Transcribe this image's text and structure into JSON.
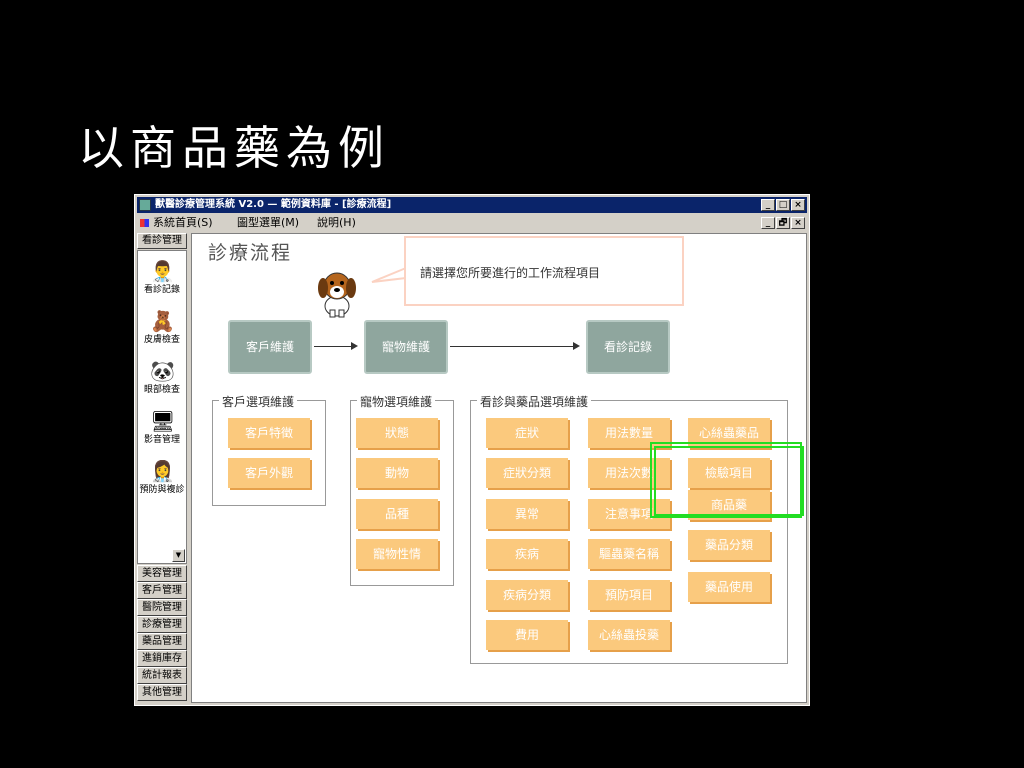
{
  "slide": {
    "title": "以商品藥為例"
  },
  "window": {
    "title": "獸醫診療管理系統 V2.0 — 範例資料庫 - [診療流程]",
    "title_buttons": [
      "_",
      "□",
      "×"
    ],
    "mdi_buttons": [
      "_",
      "🗗",
      "×"
    ]
  },
  "menu": {
    "items": [
      "系統首頁(S)",
      "圖型選單(M)",
      "說明(H)"
    ]
  },
  "sidebar": {
    "header": "看診管理",
    "items": [
      {
        "label": "看診記錄",
        "icon": "doctor-icon",
        "glyph": "👨‍⚕️"
      },
      {
        "label": "皮膚檢查",
        "icon": "bear-icon",
        "glyph": "🧸"
      },
      {
        "label": "眼部檢查",
        "icon": "panda-icon",
        "glyph": "🐼"
      },
      {
        "label": "影音管理",
        "icon": "monitor-icon",
        "glyph": "🖥"
      },
      {
        "label": "預防與複診",
        "icon": "nurse-icon",
        "glyph": "👩‍⚕️"
      }
    ],
    "scroll_glyph": "▼",
    "categories": [
      "美容管理",
      "客戶管理",
      "醫院管理",
      "診療管理",
      "藥品管理",
      "進銷庫存",
      "統計報表",
      "其他管理"
    ]
  },
  "content": {
    "heading": "診療流程",
    "prompt": "請選擇您所要進行的工作流程項目",
    "flow": [
      "客戶維護",
      "寵物維護",
      "看診記錄"
    ],
    "groups": {
      "customer": {
        "label": "客戶選項維護",
        "items": [
          "客戶特徵",
          "客戶外觀"
        ]
      },
      "pet": {
        "label": "寵物選項維護",
        "items": [
          "狀態",
          "動物",
          "品種",
          "寵物性情"
        ]
      },
      "medical": {
        "label": "看診與藥品選項維護",
        "col1": [
          "症狀",
          "症狀分類",
          "異常",
          "疾病",
          "疾病分類",
          "費用"
        ],
        "col2": [
          "用法數量",
          "用法次數",
          "注意事項",
          "驅蟲藥名稱",
          "預防項目",
          "心絲蟲投藥"
        ],
        "col3": [
          "心絲蟲藥品",
          "檢驗項目",
          "商品藥",
          "藥品分類",
          "藥品使用"
        ]
      }
    }
  },
  "colors": {
    "option": "#fbc97d",
    "flow": "#8fa69e",
    "highlight": "#22dd22",
    "titlebar": "#0a246a"
  }
}
